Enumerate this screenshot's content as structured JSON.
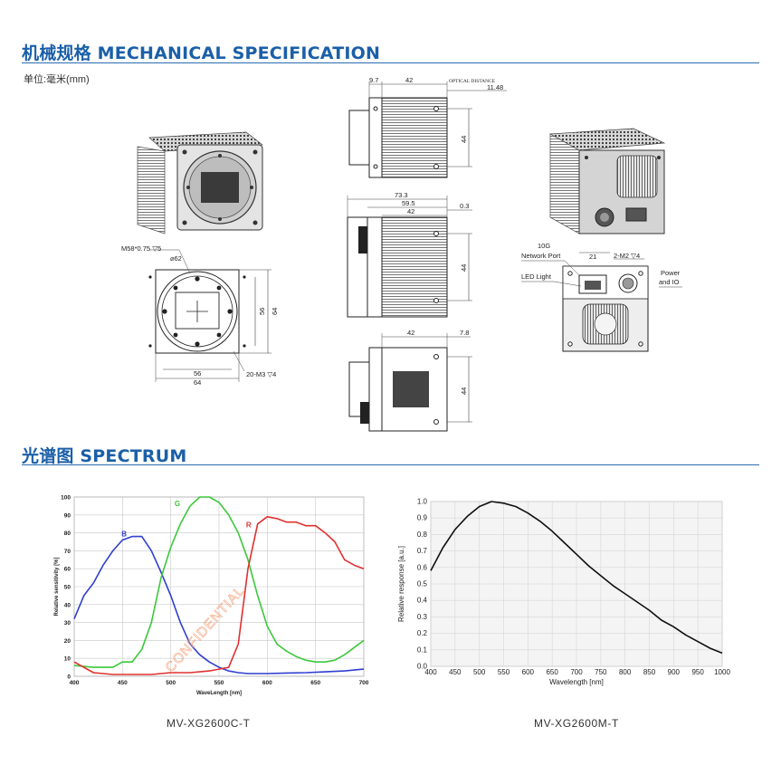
{
  "mechanical": {
    "title": "机械规格 MECHANICAL SPECIFICATION",
    "unit_label": "单位:毫米(mm)",
    "front_view": {
      "mount_label": "M58*0.75 ▽5",
      "circle_label": "⌀62",
      "dim_56_v": "56",
      "dim_64_v": "64",
      "dim_56_h": "56",
      "dim_64_h": "64",
      "hole_label": "20-M3 ▽4"
    },
    "side_views": {
      "top_dims": [
        "9.7",
        "42"
      ],
      "optical_label": "OPTICAL DISTANCE",
      "optical_value": "11.48",
      "dim_44_a": "44",
      "mid_dims": [
        "73.3",
        "59.5",
        "42"
      ],
      "dim_03": "0.3",
      "dim_44_b": "44",
      "bottom_dims": [
        "42",
        "7.8"
      ],
      "dim_44_c": "44"
    },
    "rear_view": {
      "network_port_line1": "10G",
      "network_port_line2": "Network Port",
      "led_label": "LED Light",
      "dim_21": "21",
      "screw_label": "2-M2 ▽4",
      "power_line1": "Power",
      "power_line2": "and IO"
    }
  },
  "spectrum": {
    "title": "光谱图    SPECTRUM",
    "watermark": "CONFIDENTIAL",
    "caption_color": "MV-XG2600C-T",
    "caption_mono": "MV-XG2600M-T"
  },
  "chart_data": [
    {
      "type": "line",
      "xlabel": "WaveLength [nm]",
      "ylabel": "Relative sensitivity [%]",
      "xlim": [
        400,
        700
      ],
      "ylim": [
        0,
        100
      ],
      "xticks": [
        400,
        450,
        500,
        550,
        600,
        650,
        700
      ],
      "yticks": [
        0,
        10,
        20,
        30,
        40,
        50,
        60,
        70,
        80,
        90,
        100
      ],
      "grid": true,
      "series": [
        {
          "name": "B",
          "color": "#2f3fd0",
          "x": [
            400,
            410,
            420,
            430,
            440,
            450,
            460,
            470,
            480,
            490,
            500,
            510,
            520,
            530,
            540,
            550,
            560,
            570,
            580,
            590,
            600,
            620,
            640,
            660,
            680,
            700
          ],
          "y": [
            32,
            45,
            52,
            62,
            70,
            76,
            78,
            78,
            70,
            58,
            45,
            30,
            18,
            12,
            8,
            5,
            3,
            2,
            1.5,
            1.5,
            1.5,
            1.8,
            2,
            2.5,
            3,
            4
          ]
        },
        {
          "name": "G",
          "color": "#3cc83c",
          "x": [
            400,
            420,
            440,
            450,
            460,
            470,
            480,
            490,
            500,
            510,
            520,
            530,
            540,
            550,
            560,
            570,
            580,
            590,
            600,
            610,
            620,
            630,
            640,
            650,
            660,
            670,
            680,
            690,
            700
          ],
          "y": [
            6,
            5,
            5,
            8,
            8,
            15,
            30,
            55,
            72,
            85,
            95,
            100,
            100,
            97,
            90,
            80,
            65,
            45,
            28,
            18,
            14,
            11,
            9,
            8,
            8,
            9,
            12,
            16,
            20
          ]
        },
        {
          "name": "R",
          "color": "#e03030",
          "x": [
            400,
            420,
            440,
            460,
            480,
            500,
            520,
            540,
            560,
            570,
            580,
            590,
            600,
            610,
            620,
            630,
            640,
            650,
            660,
            670,
            680,
            690,
            700
          ],
          "y": [
            8,
            2,
            1,
            1,
            1,
            2,
            2,
            3,
            5,
            18,
            60,
            85,
            89,
            88,
            86,
            86,
            84,
            84,
            80,
            75,
            65,
            62,
            60
          ]
        }
      ]
    },
    {
      "type": "line",
      "xlabel": "Wavelength [nm]",
      "ylabel": "Relative response [a.u.]",
      "xlim": [
        400,
        1000
      ],
      "ylim": [
        0,
        1.0
      ],
      "xticks": [
        400,
        450,
        500,
        550,
        600,
        650,
        700,
        750,
        800,
        850,
        900,
        950,
        1000
      ],
      "yticks": [
        0.0,
        0.1,
        0.2,
        0.3,
        0.4,
        0.5,
        0.6,
        0.7,
        0.8,
        0.9,
        1.0
      ],
      "grid": true,
      "series": [
        {
          "color": "#111111",
          "x": [
            400,
            425,
            450,
            475,
            500,
            525,
            550,
            575,
            600,
            625,
            650,
            675,
            700,
            725,
            750,
            775,
            800,
            825,
            850,
            875,
            900,
            925,
            950,
            975,
            1000
          ],
          "y": [
            0.58,
            0.72,
            0.83,
            0.91,
            0.97,
            1.0,
            0.99,
            0.97,
            0.93,
            0.88,
            0.82,
            0.75,
            0.68,
            0.61,
            0.55,
            0.49,
            0.44,
            0.39,
            0.34,
            0.28,
            0.24,
            0.19,
            0.15,
            0.11,
            0.08
          ]
        }
      ]
    }
  ]
}
